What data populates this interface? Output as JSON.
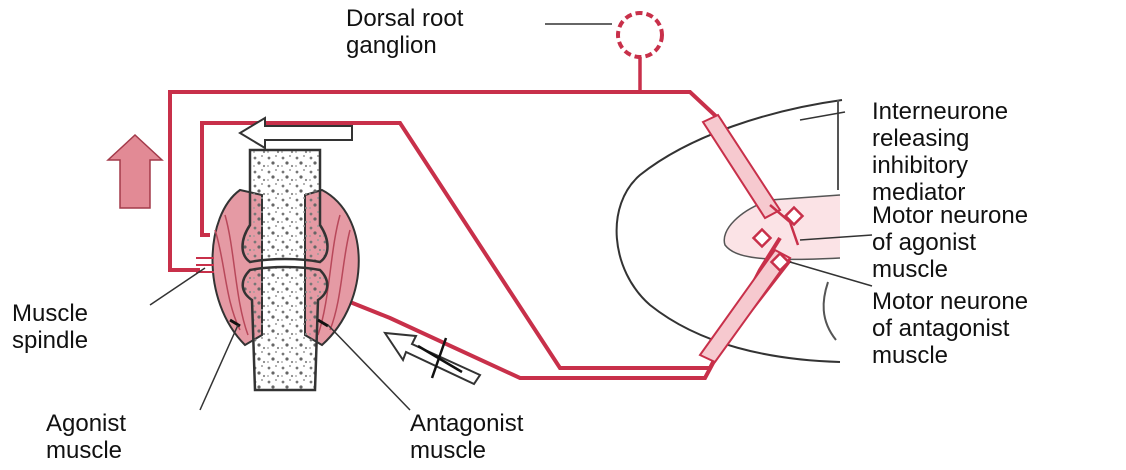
{
  "labels": {
    "dorsal_root_ganglion": [
      "Dorsal root",
      "ganglion"
    ],
    "interneurone": [
      "Interneurone",
      "releasing",
      "inhibitory",
      "mediator"
    ],
    "motor_neurone_agonist": [
      "Motor neurone",
      "of agonist",
      "muscle"
    ],
    "motor_neurone_antagonist": [
      "Motor neurone",
      "of antagonist",
      "muscle"
    ],
    "muscle_spindle": [
      "Muscle",
      "spindle"
    ],
    "agonist_muscle": [
      "Agonist",
      "muscle"
    ],
    "antagonist_muscle": [
      "Antagonist",
      "muscle"
    ]
  },
  "colors": {
    "nerve": "#c8304a",
    "nerve_fill": "#f6c9cf",
    "muscle": "#d7707c",
    "arrow": "#d46472",
    "bone_outline": "#333333",
    "text": "#111111"
  }
}
